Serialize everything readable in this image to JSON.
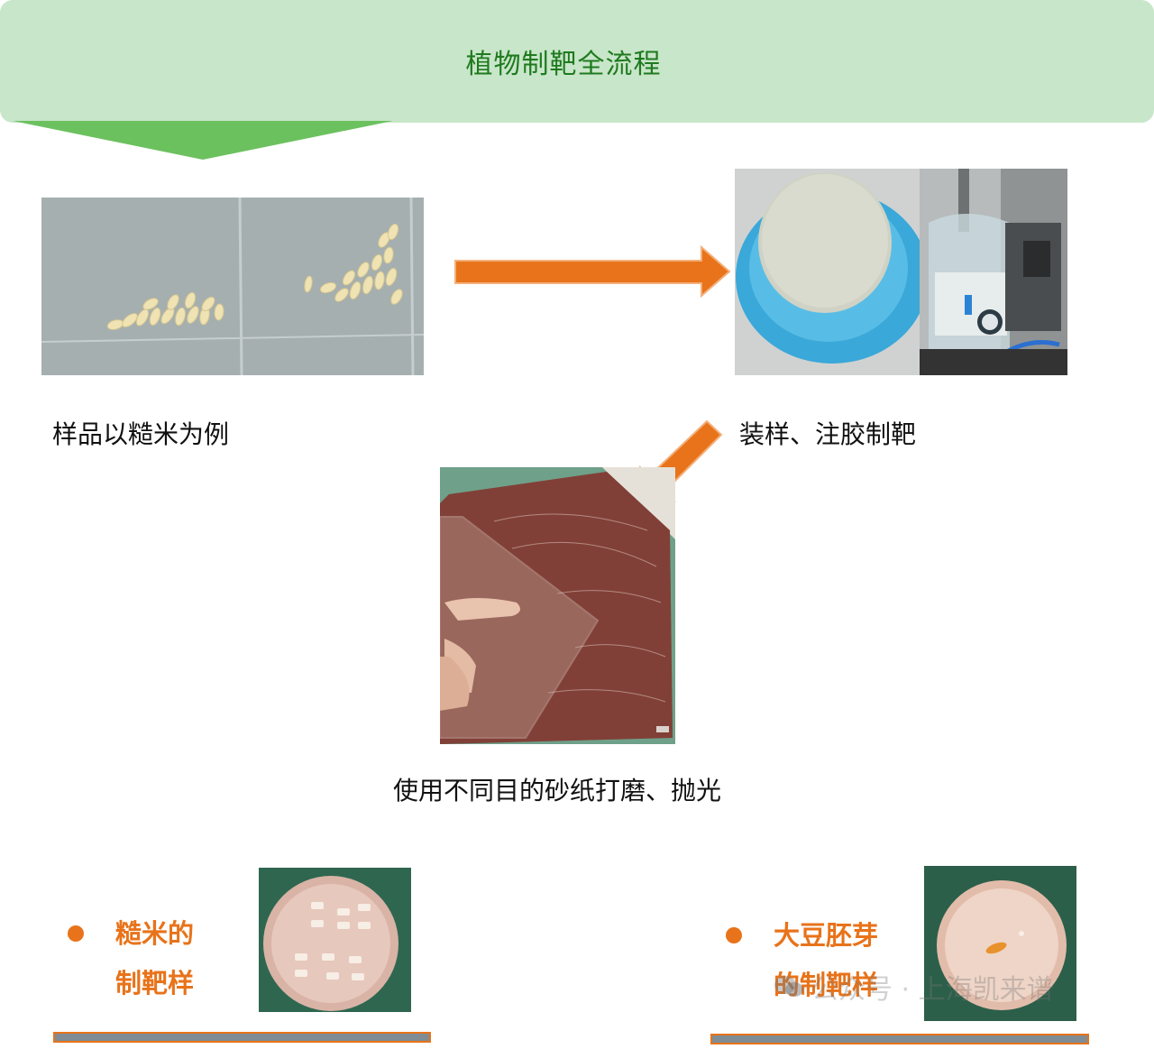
{
  "header": {
    "title": "植物制靶全流程"
  },
  "steps": [
    {
      "caption": "样品以糙米为例",
      "image": "brown-rice-grains-photo"
    },
    {
      "caption": "装样、注胶制靶",
      "image": "mold-and-vacuum-potting-photo"
    },
    {
      "caption": "使用不同目的砂纸打磨、抛光",
      "image": "sandpaper-polishing-photo"
    }
  ],
  "results": [
    {
      "line1": "糙米的",
      "line2": "制靶样",
      "image": "brown-rice-target-sample-photo"
    },
    {
      "line1": "大豆胚芽",
      "line2": "的制靶样",
      "image": "soybean-germ-target-sample-photo"
    }
  ],
  "watermark": {
    "text": "公众号 · 上海凯来谱"
  },
  "colors": {
    "banner": "#c8e6c9",
    "title": "#1f7a1f",
    "accent": "#e8731a",
    "bar": "#7f8c94"
  }
}
